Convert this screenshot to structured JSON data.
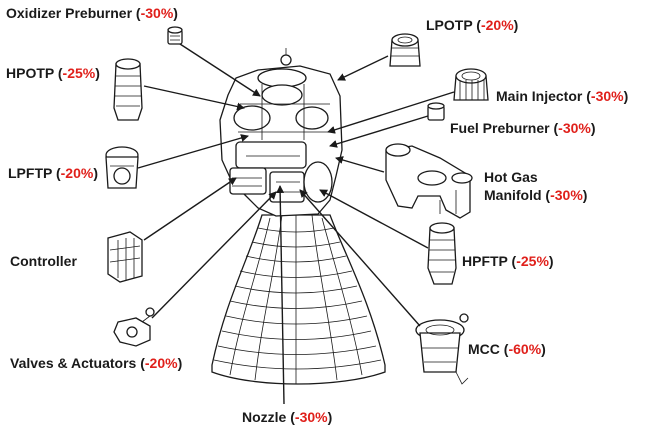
{
  "labels": {
    "oxidizer_preburner": {
      "name": "Oxidizer Preburner",
      "pct": "-30%"
    },
    "lpotp": {
      "name": "LPOTP",
      "pct": "-20%"
    },
    "hpotp": {
      "name": "HPOTP",
      "pct": "-25%"
    },
    "main_injector": {
      "name": "Main Injector",
      "pct": "-30%"
    },
    "fuel_preburner": {
      "name": "Fuel Preburner",
      "pct": "-30%"
    },
    "lpftp": {
      "name": "LPFTP",
      "pct": "-20%"
    },
    "hot_gas_manifold": {
      "name_line1": "Hot Gas",
      "name_line2": "Manifold",
      "pct": "-30%"
    },
    "controller": {
      "name": "Controller"
    },
    "hpftp": {
      "name": "HPFTP",
      "pct": "-25%"
    },
    "mcc": {
      "name": "MCC",
      "pct": "-60%"
    },
    "valves_actuators": {
      "name": "Valves & Actuators",
      "pct": "-20%"
    },
    "nozzle": {
      "name": "Nozzle",
      "pct": "-30%"
    }
  },
  "colors": {
    "label_text": "#1a1a1a",
    "percent_text": "#e0201b",
    "line_art": "#1a1a1a"
  }
}
